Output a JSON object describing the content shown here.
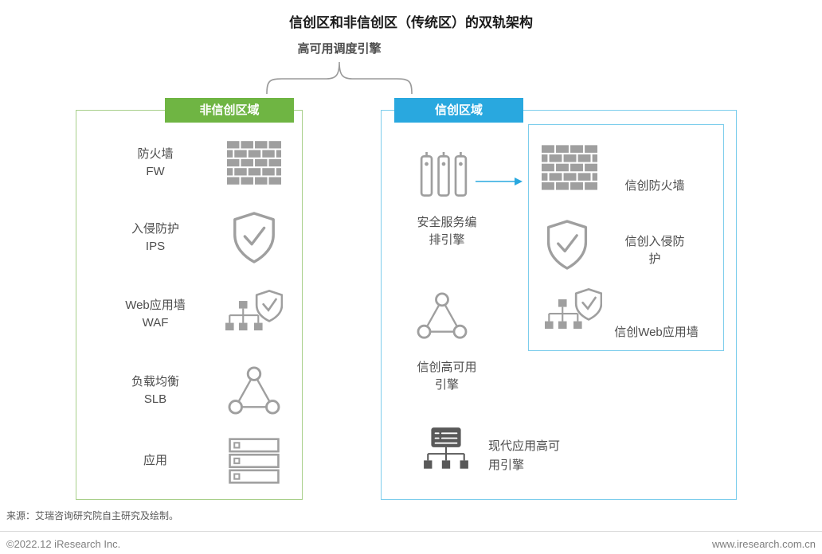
{
  "title": "信创区和非信创区（传统区）的双轨架构",
  "engine_label": "高可用调度引擎",
  "left_zone": {
    "header": "非信创区域",
    "items": [
      {
        "label": "防火墙\nFW"
      },
      {
        "label": "入侵防护\nIPS"
      },
      {
        "label": "Web应用墙\nWAF"
      },
      {
        "label": "负载均衡\nSLB"
      },
      {
        "label": "应用"
      }
    ]
  },
  "right_zone": {
    "header": "信创区域",
    "orchestrator": {
      "label": "安全服务编\n排引擎"
    },
    "inner_items": [
      {
        "label": "信创防火墙"
      },
      {
        "label": "信创入侵防\n护"
      },
      {
        "label": "信创Web应用墙"
      }
    ],
    "ha_engine": {
      "label": "信创高可用\n引擎"
    },
    "modern_ha": {
      "label": "现代应用高可\n用引擎"
    }
  },
  "footer": {
    "source": "来源：艾瑞咨询研究院自主研究及绘制。",
    "copyright": "©2022.12 iResearch Inc.",
    "website": "www.iresearch.com.cn"
  },
  "colors": {
    "green": "#6fb543",
    "blue": "#29a8df",
    "icon_gray": "#9f9f9f",
    "icon_dark": "#595959"
  }
}
